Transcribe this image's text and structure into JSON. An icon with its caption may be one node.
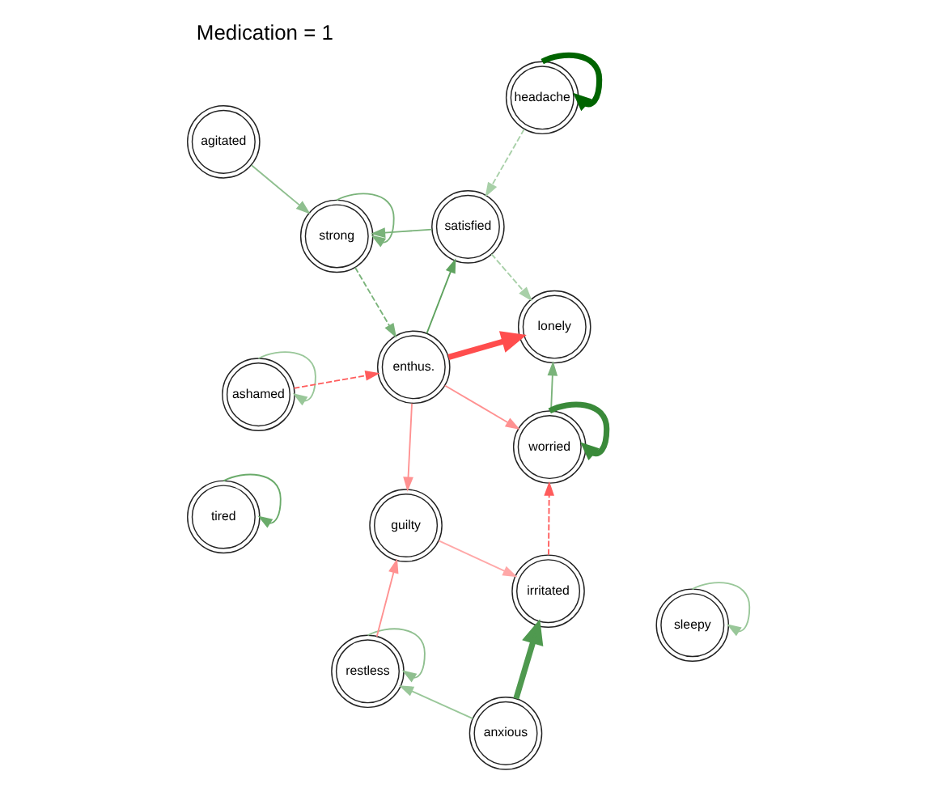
{
  "diagram": {
    "title": "Medication = 1",
    "nodes": [
      {
        "text": [
          "ashamed"
        ]
      },
      {
        "text": [
          "lonely"
        ]
      },
      {
        "text": [
          "worried"
        ]
      },
      {
        "text": [
          "enthus."
        ]
      },
      {
        "text": [
          "satisfied"
        ]
      },
      {
        "text": [
          "headache"
        ]
      },
      {
        "text": [
          "restless"
        ]
      },
      {
        "text": [
          "irritated"
        ]
      },
      {
        "text": [
          "guilty"
        ]
      },
      {
        "text": [
          "strong"
        ]
      },
      {
        "text": [
          "anxious"
        ]
      },
      {
        "text": [
          "agitated"
        ]
      },
      {
        "text": [
          "tired"
        ]
      },
      {
        "text": [
          "sleepy"
        ]
      }
    ],
    "edges": [
      {
        "from": 0,
        "to": 0,
        "arrow": "to",
        "color": "#99c799"
      },
      {
        "from": 2,
        "to": 2,
        "arrow": "to",
        "style": "thick",
        "color": "#3a8a3a"
      },
      {
        "from": 2,
        "to": 1,
        "arrow": "to",
        "color": "#7ab37a"
      },
      {
        "from": 3,
        "to": 1,
        "arrow": "to",
        "style": "thick",
        "color": "#ff4d4d"
      },
      {
        "from": 0,
        "to": 3,
        "arrow": "to",
        "style": "dashed",
        "color": "#ff5c5c"
      },
      {
        "from": 4,
        "to": 1,
        "arrow": "to",
        "style": "dashed",
        "color": "#a8d0a8"
      },
      {
        "from": 3,
        "to": 2,
        "arrow": "to",
        "color": "#ff9191"
      },
      {
        "from": 3,
        "to": 4,
        "arrow": "to",
        "color": "#5fa35f"
      },
      {
        "from": 5,
        "to": 4,
        "arrow": "to",
        "style": "dashed",
        "color": "#a8d0a8"
      },
      {
        "from": 5,
        "to": 5,
        "arrow": "to",
        "style": "thick",
        "color": "#006400"
      },
      {
        "from": 3,
        "to": 8,
        "arrow": "to",
        "color": "#ff9191"
      },
      {
        "from": 9,
        "to": 3,
        "arrow": "to",
        "style": "dashed",
        "color": "#7ab37a"
      },
      {
        "from": 4,
        "to": 9,
        "arrow": "to",
        "color": "#7ab37a"
      },
      {
        "from": 9,
        "to": 9,
        "arrow": "to",
        "color": "#7ab37a"
      },
      {
        "from": 11,
        "to": 9,
        "arrow": "to",
        "color": "#8fbf8f"
      },
      {
        "from": 7,
        "to": 2,
        "arrow": "to",
        "style": "dashed",
        "color": "#ff5c5c"
      },
      {
        "from": 6,
        "to": 6,
        "arrow": "to",
        "color": "#8fbf8f"
      },
      {
        "from": 6,
        "to": 8,
        "arrow": "to",
        "color": "#ff9191"
      },
      {
        "from": 8,
        "to": 7,
        "arrow": "to",
        "color": "#ffa8a8"
      },
      {
        "from": 10,
        "to": 6,
        "arrow": "to",
        "color": "#99c799"
      },
      {
        "from": 10,
        "to": 7,
        "arrow": "to",
        "style": "thick",
        "color": "#4f994f"
      },
      {
        "from": 12,
        "to": 12,
        "arrow": "to",
        "color": "#6aab6a"
      },
      {
        "from": 13,
        "to": 13,
        "arrow": "to",
        "color": "#99c799"
      }
    ]
  }
}
